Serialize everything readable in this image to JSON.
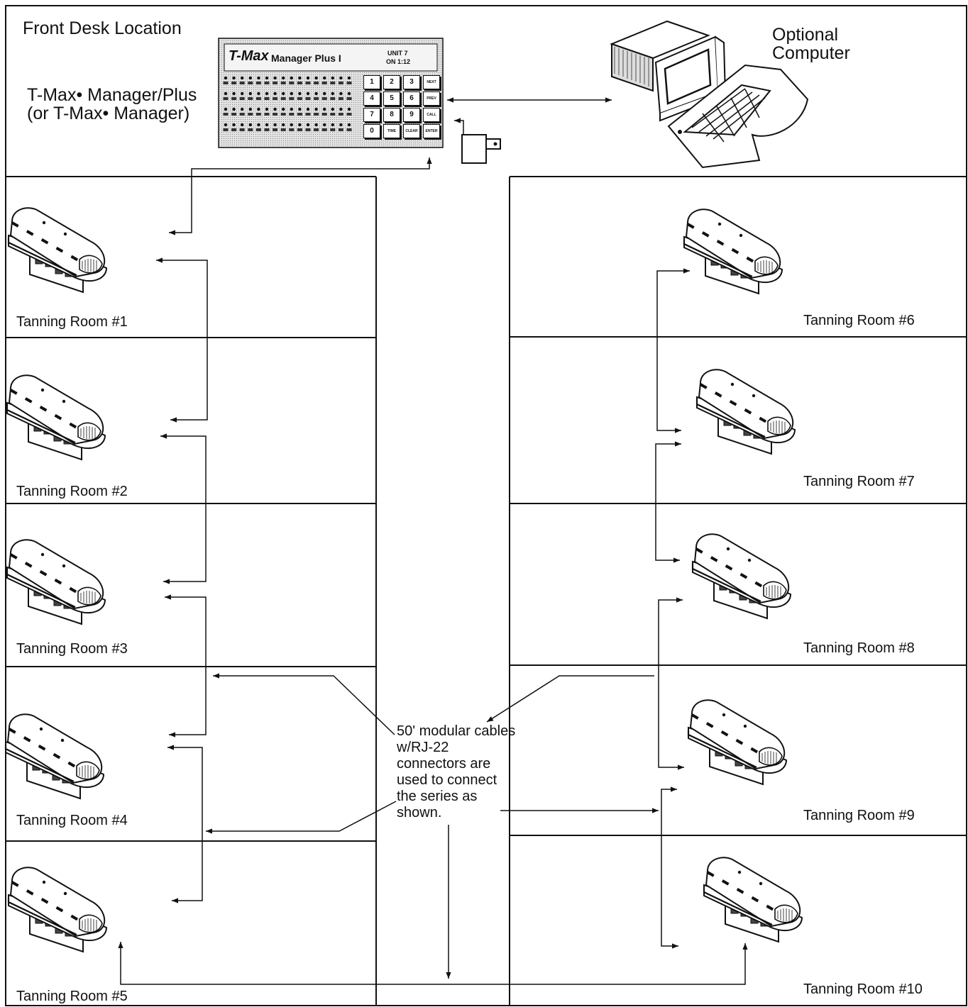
{
  "front_desk": {
    "location_label": "Front Desk Location",
    "controller_label_line1": "T-Max• Manager/Plus",
    "controller_label_line2": "(or T-Max• Manager)",
    "optional_computer_line1": "Optional",
    "optional_computer_line2": "Computer"
  },
  "device": {
    "brand": "T-Max",
    "model": "Manager Plus I",
    "display_line1": "UNIT 7",
    "display_line2": "ON 1:12",
    "keypad": [
      "1",
      "2",
      "3",
      "NEXT",
      "4",
      "5",
      "6",
      "PREV",
      "7",
      "8",
      "9",
      "CALL",
      "0",
      "TIME",
      "CLEAR",
      "ENTER"
    ]
  },
  "rooms": [
    {
      "label": "Tanning Room #1"
    },
    {
      "label": "Tanning Room #2"
    },
    {
      "label": "Tanning Room #3"
    },
    {
      "label": "Tanning Room #4"
    },
    {
      "label": "Tanning Room #5"
    },
    {
      "label": "Tanning Room #6"
    },
    {
      "label": "Tanning Room #7"
    },
    {
      "label": "Tanning Room #8"
    },
    {
      "label": "Tanning Room #9"
    },
    {
      "label": "Tanning Room #10"
    }
  ],
  "cable_note": "50' modular cables w/RJ-22 connectors are used to connect the series as shown."
}
